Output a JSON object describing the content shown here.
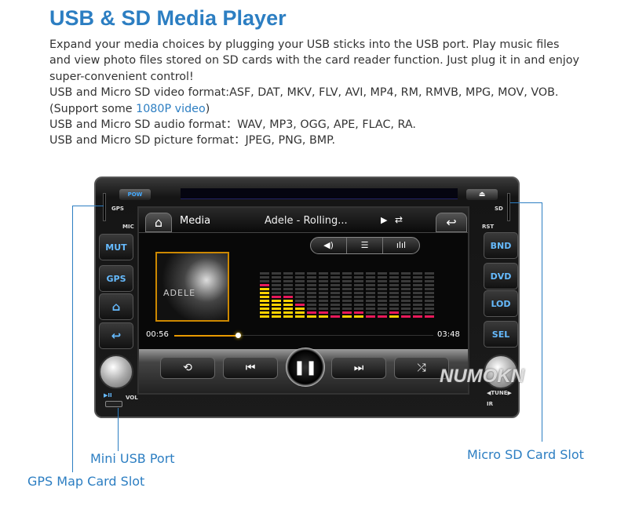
{
  "title": "USB & SD Media Player",
  "description": {
    "para": "Expand your media choices by plugging your USB sticks into the USB port. Play music files and view photo files stored on SD cards with the card reader function. Just plug it in and enjoy super-convenient control!",
    "video_line": "USB and Micro SD video format:ASF, DAT, MKV, FLV, AVI, MP4, RM, RMVB, MPG, MOV, VOB.",
    "support_prefix": "(Support some ",
    "support_link": "1080P video",
    "support_suffix": ")",
    "audio_line": "USB and Micro SD audio format：WAV, MP3, OGG, APE, FLAC, RA.",
    "picture_line": "USB and Micro SD picture format：JPEG, PNG, BMP."
  },
  "device": {
    "pow": "POW",
    "gps_label": "GPS",
    "mic_label": "MIC",
    "sd_label": "SD",
    "rst_label": "RST",
    "left_buttons": [
      "MUT",
      "GPS",
      "⌂",
      "↩"
    ],
    "right_buttons": [
      "BND",
      "DVD",
      "LOD",
      "SEL"
    ],
    "vol_label": "VOL",
    "play_pause_label": "▶II",
    "tune_label": "◀TUNE▶",
    "ir_label": "IR",
    "logo_watermark": "numokn"
  },
  "screen": {
    "section": "Media",
    "track": "Adele - Rolling...",
    "album_text": "ADELE",
    "elapsed": "00:56",
    "total": "03:48",
    "progress": 0.245,
    "eq_rows": 12,
    "eq_levels": [
      9,
      6,
      6,
      4,
      2,
      2,
      1,
      2,
      2,
      1,
      1,
      2,
      1,
      1,
      1
    ],
    "colors": {
      "eq_low": "#ffd200",
      "eq_peak": "#e8195a",
      "progress": "#e89a00"
    }
  },
  "callouts": {
    "mini_usb": "Mini USB Port",
    "gps_slot": "GPS Map Card Slot",
    "micro_sd": "Micro SD Card Slot"
  }
}
